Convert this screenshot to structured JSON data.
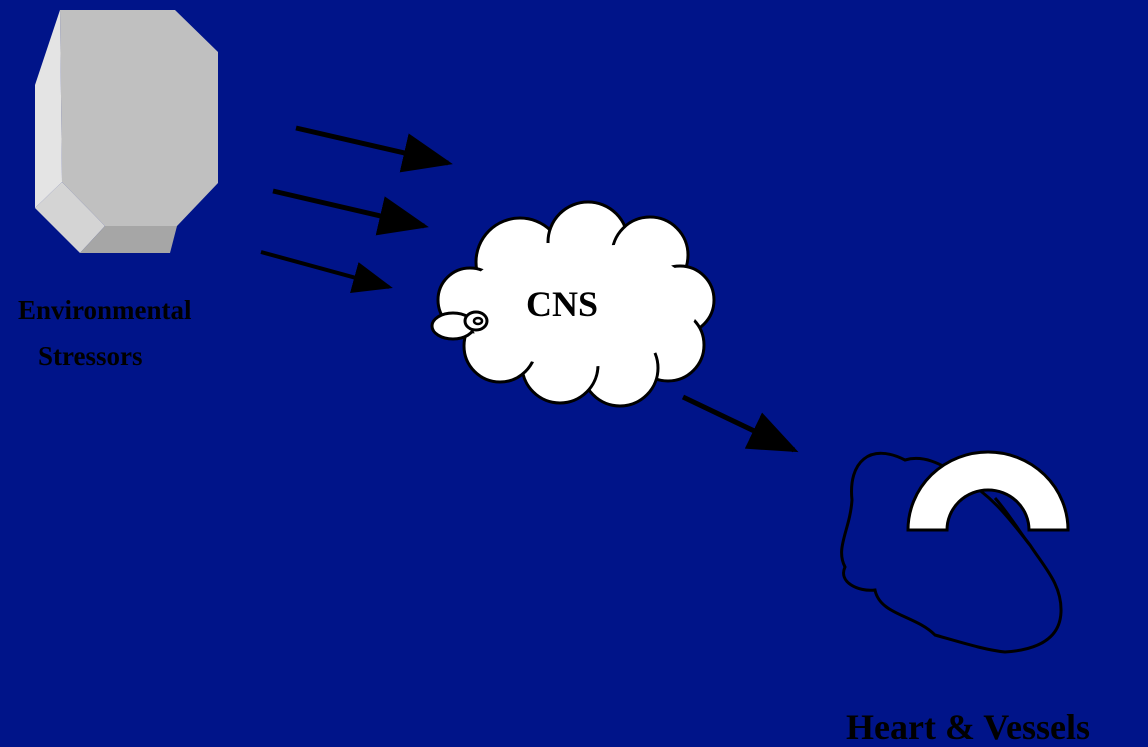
{
  "slide": {
    "background_color": "#001489",
    "stressor_block": {
      "icon": "octagon-block-icon",
      "label_line1": "Environmental",
      "label_line2": "Stressors"
    },
    "cns": {
      "icon": "thought-cloud-icon",
      "label": "CNS"
    },
    "heart": {
      "icon": "heart-outline-icon",
      "label": "Heart & Vessels"
    },
    "arrow_color": "#000000"
  }
}
